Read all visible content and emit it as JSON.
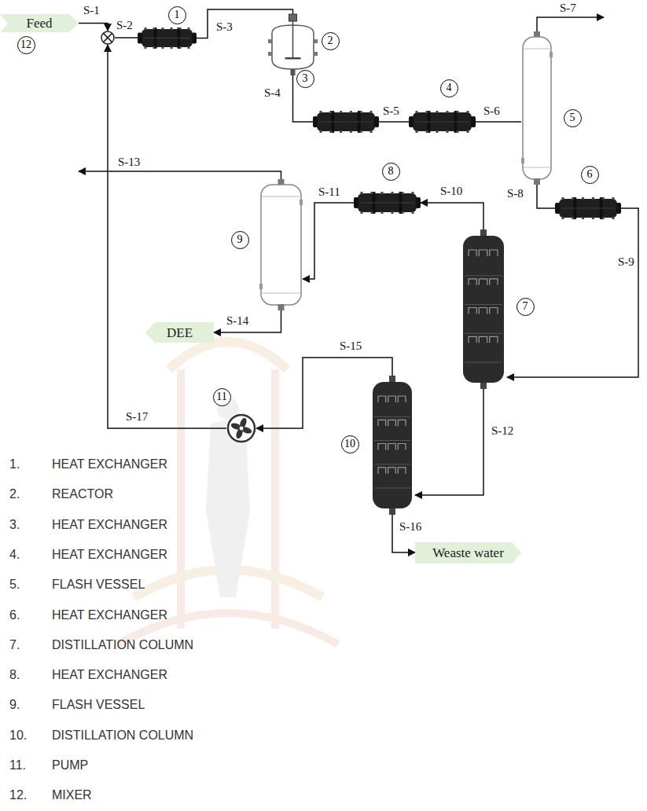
{
  "diagram": {
    "nodes": [
      {
        "text": [
          "Feed"
        ]
      },
      {
        "text": [
          "12"
        ]
      },
      {
        "text": [
          "1"
        ]
      },
      {
        "text": [
          "2"
        ]
      },
      {
        "text": [
          "3"
        ]
      },
      {
        "text": [
          "4"
        ]
      },
      {
        "text": [
          "5"
        ]
      },
      {
        "text": [
          "6"
        ]
      },
      {
        "text": [
          "8"
        ]
      },
      {
        "text": [
          "9"
        ]
      },
      {
        "text": [
          "7"
        ]
      },
      {
        "text": [
          "DEE"
        ]
      },
      {
        "text": [
          "10"
        ]
      },
      {
        "text": [
          "11"
        ]
      },
      {
        "text": [
          "Weaste water"
        ]
      }
    ],
    "edges": [
      {
        "from": 0,
        "to": 1,
        "label": "S-1",
        "arrow": "to"
      },
      {
        "from": 1,
        "to": 2,
        "label": "S-2",
        "arrow": "none"
      },
      {
        "from": 2,
        "to": 3,
        "label": "S-3",
        "arrow": "none"
      },
      {
        "from": 3,
        "to": 4,
        "label": "S-4",
        "arrow": "none"
      },
      {
        "from": 4,
        "to": 5,
        "label": "S-5",
        "arrow": "none"
      },
      {
        "from": 5,
        "to": 6,
        "label": "S-6",
        "arrow": "none"
      },
      {
        "from": 6,
        "to": 7,
        "label": "S-8",
        "arrow": "none"
      },
      {
        "from": 7,
        "to": 10,
        "label": "S-9",
        "arrow": "to"
      },
      {
        "from": 10,
        "to": 8,
        "label": "S-10",
        "arrow": "to"
      },
      {
        "from": 8,
        "to": 9,
        "label": "S-11",
        "arrow": "to"
      },
      {
        "from": 10,
        "to": 12,
        "label": "S-12",
        "arrow": "to"
      },
      {
        "from": 12,
        "to": 13,
        "label": "S-15",
        "arrow": "to"
      },
      {
        "from": 13,
        "to": 1,
        "label": "S-17",
        "arrow": "to"
      },
      {
        "from": 12,
        "to": 14,
        "label": "S-16",
        "arrow": "to"
      },
      {
        "from": 9,
        "to": 11,
        "label": "S-14",
        "arrow": "to"
      }
    ],
    "labels": [
      "S-7",
      "S-13",
      "1.",
      "HEAT EXCHANGER",
      "2.",
      "REACTOR",
      "3.",
      "HEAT EXCHANGER",
      "4.",
      "HEAT EXCHANGER",
      "5.",
      "FLASH VESSEL",
      "6.",
      "HEAT EXCHANGER",
      "7.",
      "DISTILLATION COLUMN",
      "8.",
      "HEAT EXCHANGER",
      "9.",
      "FLASH VESSEL",
      "10.",
      "DISTILLATION COLUMN",
      "11.",
      "PUMP",
      "12.",
      "MIXER"
    ]
  }
}
